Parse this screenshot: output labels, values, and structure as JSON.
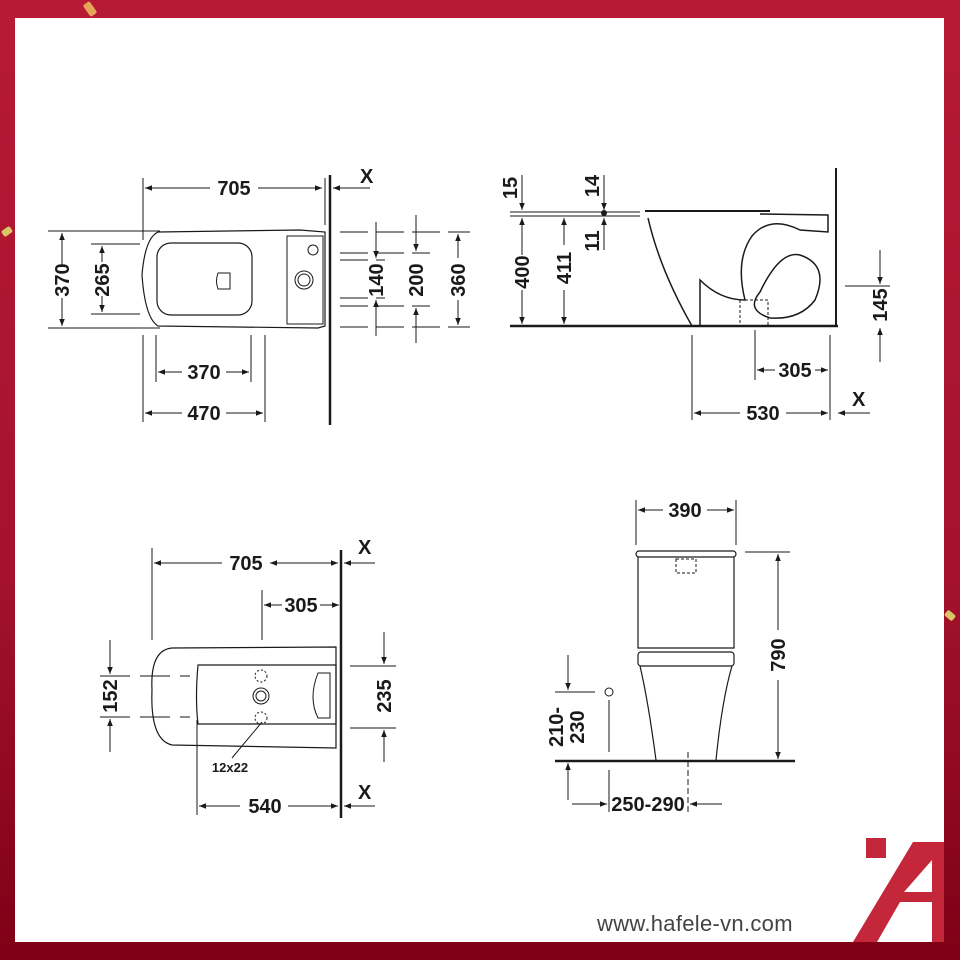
{
  "brand": {
    "website": "www.hafele-vn.com",
    "logo_icon": "hafele-a-logo",
    "colors": {
      "border": "#b71a35",
      "border_bottom": "#7f0016",
      "logo": "#c4263a",
      "line": "#1a1a1a"
    }
  },
  "drawings": {
    "top_view": {
      "overall_length": "705",
      "overall_width": "370",
      "seat_width": "265",
      "bowl_length": "370",
      "fixing_length": "470",
      "wall_gap": "X",
      "inlet_140": "140",
      "inlet_200": "200",
      "tank_width": "360"
    },
    "side_view": {
      "lid_height": "15",
      "seat_offset": "14",
      "rim_offset": "11",
      "seat_height": "400",
      "rim_height": "411",
      "outlet_height": "145",
      "outlet_distance": "305",
      "depth": "530",
      "wall_gap": "X"
    },
    "floor_plan": {
      "overall_length": "705",
      "outlet_distance": "305",
      "fixing_spacing": "152",
      "tank_width": "235",
      "bolt_size": "12x22",
      "fixing_distance": "540",
      "wall_gap_top": "X",
      "wall_gap_bottom": "X"
    },
    "front_view": {
      "tank_width": "390",
      "total_height": "790",
      "inlet_height_line1": "210-",
      "inlet_height_line2": "230",
      "inlet_offset": "250-290"
    }
  }
}
